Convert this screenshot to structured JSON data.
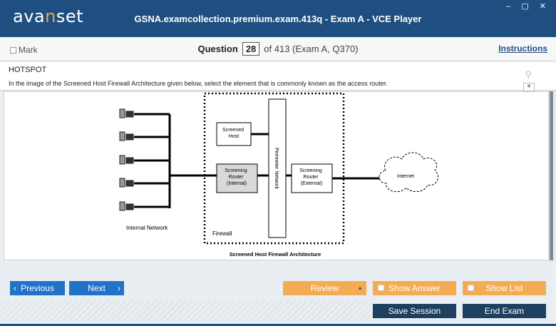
{
  "window": {
    "logo_pre": "ava",
    "logo_accent": "n",
    "logo_post": "set",
    "title": "GSNA.examcollection.premium.exam.413q - Exam A - VCE Player",
    "controls": "‒ ▢ ✕"
  },
  "question_bar": {
    "mark_label": "Mark",
    "question_label": "Question",
    "question_number": "28",
    "question_of": "of 413 (Exam A, Q370)",
    "instructions_label": "Instructions"
  },
  "question": {
    "type": "HOTSPOT",
    "text": "In the image of the Screened Host Firewall Architecture given below, select the element that is commonly known as the access router."
  },
  "diagram": {
    "screened_host": [
      "Screened",
      "Host"
    ],
    "screening_router_internal": [
      "Screening",
      "Router",
      "(Internal)"
    ],
    "perimeter_network": "Perimeter Network",
    "screening_router_external": [
      "Screening",
      "Router",
      "(External)"
    ],
    "internet": "Internet",
    "internal_network": "Internal Network",
    "firewall": "Firewall",
    "caption": "Screened Host Firewall Architecture"
  },
  "nav": {
    "previous": "Previous",
    "next": "Next",
    "review": "Review",
    "show_answer": "Show Answer",
    "show_list": "Show List",
    "save_session": "Save Session",
    "end_exam": "End Exam"
  }
}
